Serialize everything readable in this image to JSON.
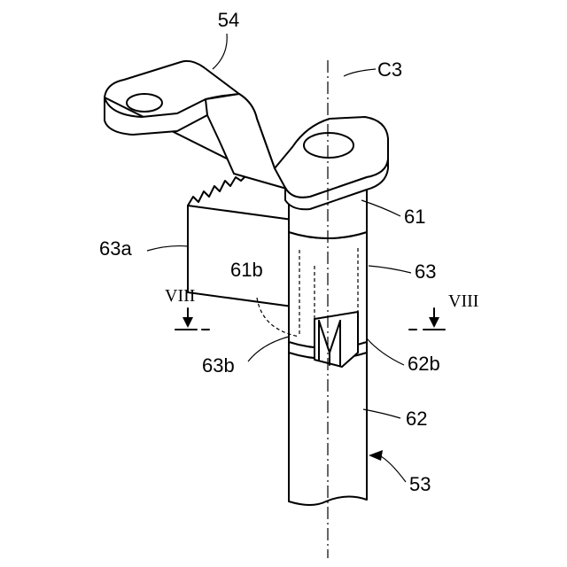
{
  "labels": {
    "bracket": "54",
    "axis": "C3",
    "upper_shaft": "61",
    "collar_flange": "63a",
    "collar": "63",
    "upper_notch": "61b",
    "section_left": "VIII",
    "section_right": "VIII",
    "collar_tab": "63b",
    "lower_notch": "62b",
    "lower_shaft": "62",
    "assembly": "53"
  }
}
